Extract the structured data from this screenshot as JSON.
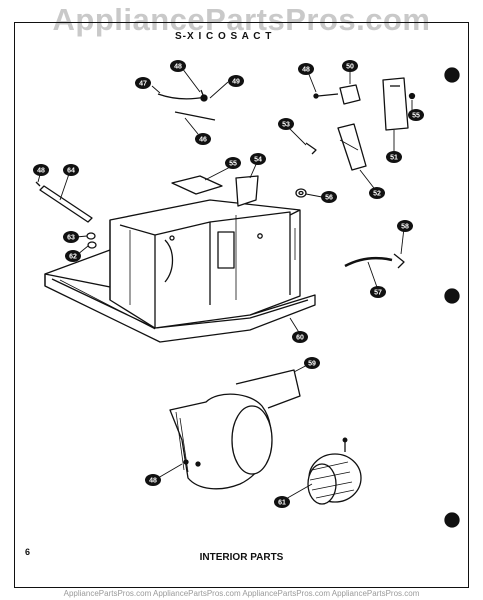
{
  "watermark": "AppliancePartsPros.com",
  "header": "S-X I  C O  S A C T",
  "page_number": "6",
  "section_title": "INTERIOR PARTS",
  "footer_watermark": "AppliancePartsPros.com AppliancePartsPros.com AppliancePartsPros.com AppliancePartsPros.com",
  "callouts": [
    "48",
    "49",
    "47",
    "46",
    "48",
    "50",
    "53",
    "51",
    "52",
    "55",
    "54",
    "48",
    "64",
    "63",
    "62",
    "56",
    "58",
    "57",
    "60",
    "59",
    "48",
    "61",
    "55"
  ],
  "colors": {
    "ink": "#111111",
    "watermark": "#c9c9c9"
  }
}
